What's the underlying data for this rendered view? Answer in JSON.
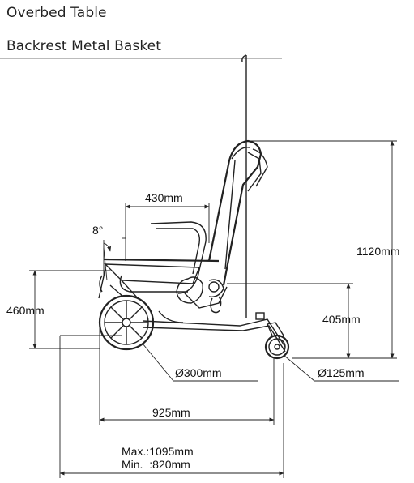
{
  "accessories": [
    {
      "label": "Overbed Table"
    },
    {
      "label": "Backrest Metal Basket"
    }
  ],
  "dimensions": {
    "seat_depth": "430mm",
    "seat_angle": "8°",
    "seat_height": "460mm",
    "overall_height": "1120mm",
    "armrest_height": "405mm",
    "rear_wheel": "Ø300mm",
    "front_wheel": "Ø125mm",
    "wheelbase": "925mm",
    "overall_length_max": "Max.:1095mm",
    "overall_length_min": "Min.  :820mm"
  }
}
